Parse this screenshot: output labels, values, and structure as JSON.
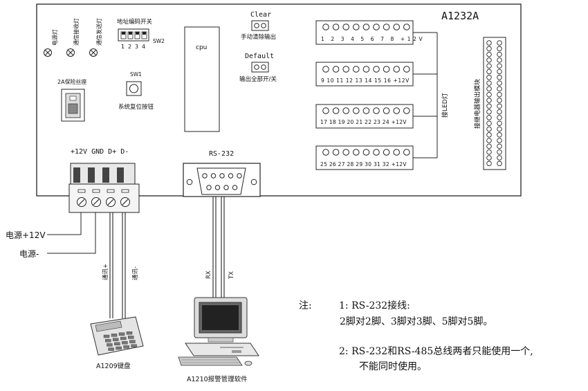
{
  "board": {
    "title": "A1232A",
    "leds": [
      "电源灯",
      "通信接收灯",
      "通信发送灯"
    ],
    "dip_switch": {
      "title": "地址编码开关",
      "name": "SW2",
      "positions": [
        "1",
        "2",
        "3",
        "4"
      ]
    },
    "fuse": {
      "label": "2A保险丝座"
    },
    "reset": {
      "name": "SW1",
      "label": "系统复位按钮"
    },
    "cpu": "cpu",
    "clear": {
      "name": "Clear",
      "label": "手动清除输出"
    },
    "default": {
      "name": "Default",
      "label": "输出全部开/关"
    },
    "headers": [
      {
        "pins": [
          "1",
          "2",
          "3",
          "4",
          "5",
          "6",
          "7",
          "8",
          "+12V"
        ]
      },
      {
        "pins": [
          "9",
          "10",
          "11",
          "12",
          "13",
          "14",
          "15",
          "16",
          "+12V"
        ]
      },
      {
        "pins": [
          "17",
          "18",
          "19",
          "20",
          "21",
          "22",
          "23",
          "24",
          "+12V"
        ]
      },
      {
        "pins": [
          "25",
          "26",
          "27",
          "28",
          "29",
          "30",
          "31",
          "32",
          "+12V"
        ]
      }
    ],
    "led_bus_label": "接LED灯",
    "relay_label": "接继电器输出模块"
  },
  "terminal": {
    "label": "+12V GND D+ D-"
  },
  "rs232": {
    "label": "RS-232"
  },
  "wires": {
    "power_pos": "电源+12V",
    "power_neg": "电源-",
    "comm_pos": "通讯+",
    "comm_neg": "通讯-",
    "rx": "RX",
    "tx": "TX"
  },
  "keypad": {
    "label": "A1209键盘"
  },
  "pc": {
    "label": "A1210报警管理软件"
  },
  "notes": {
    "prefix": "注:",
    "n1_title": "1: RS-232接线:",
    "n1_body": "2脚对2脚、3脚对3脚、5脚对5脚。",
    "n2_line1": "2: RS-232和RS-485总线两者只能使用一个,",
    "n2_line2": "不能同时使用。"
  }
}
